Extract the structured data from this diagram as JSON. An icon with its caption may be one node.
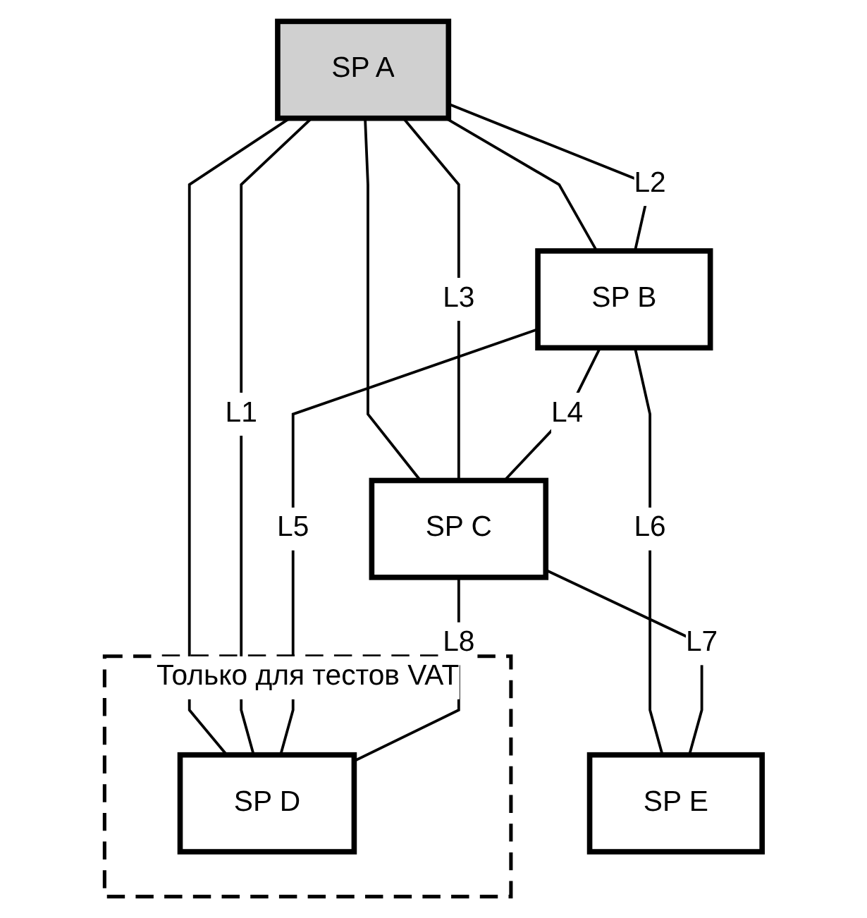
{
  "diagram": {
    "nodes": [
      {
        "text": [
          "SP A"
        ]
      },
      {
        "text": [
          "SP B"
        ]
      },
      {
        "text": [
          "SP C"
        ]
      },
      {
        "text": [
          "Только для тестов VAT"
        ]
      },
      {
        "text": [
          "SP D"
        ],
        "in": 3
      },
      {
        "text": [
          "SP E"
        ]
      }
    ],
    "edges": [
      {
        "from": 0,
        "to": 4,
        "arrow": "none"
      },
      {
        "from": 0,
        "to": 4,
        "label": "L1",
        "arrow": "none"
      },
      {
        "from": 0,
        "to": 1,
        "arrow": "none"
      },
      {
        "from": 0,
        "to": 1,
        "label": "L2",
        "arrow": "none"
      },
      {
        "from": 0,
        "to": 2,
        "arrow": "none"
      },
      {
        "from": 0,
        "to": 2,
        "label": "L3",
        "arrow": "none"
      },
      {
        "from": 1,
        "to": 2,
        "label": "L4",
        "arrow": "none"
      },
      {
        "from": 1,
        "to": 4,
        "label": "L5",
        "arrow": "none"
      },
      {
        "from": 1,
        "to": 5,
        "label": "L6",
        "arrow": "none"
      },
      {
        "from": 2,
        "to": 5,
        "label": "L7",
        "arrow": "none"
      },
      {
        "from": 2,
        "to": 4,
        "label": "L8",
        "arrow": "none"
      }
    ]
  }
}
